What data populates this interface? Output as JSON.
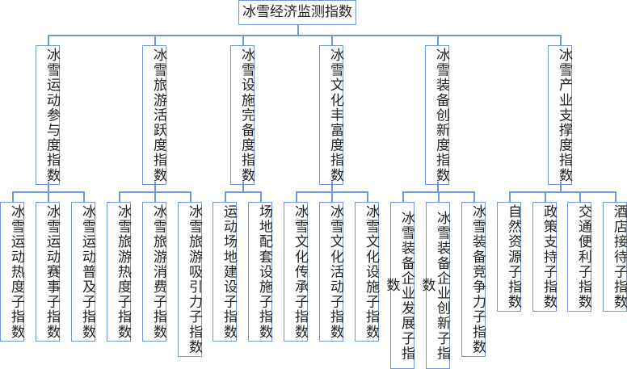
{
  "root": {
    "label": "冰雪经济监测指数"
  },
  "categories": [
    {
      "label": "冰雪运动参与度指数",
      "children": [
        "冰雪运动热度子指数",
        "冰雪运动赛事子指数",
        "冰雪运动普及子指数"
      ]
    },
    {
      "label": "冰雪旅游活跃度指数",
      "children": [
        "冰雪旅游热度子指数",
        "冰雪旅游消费子指数",
        "冰雪旅游吸引力子指数"
      ]
    },
    {
      "label": "冰雪设施完备度指数",
      "children": [
        "运动场地建设子指数",
        "场地配套设施子指数"
      ]
    },
    {
      "label": "冰雪文化丰富度指数",
      "children": [
        "冰雪文化传承子指数",
        "冰雪文化活动子指数",
        "冰雪文化设施子指数"
      ]
    },
    {
      "label": "冰雪装备创新度指数",
      "children": [
        "冰雪装备企业发展子指数",
        "冰雪装备企业创新子指数",
        "冰雪装备竞争力子指数"
      ]
    },
    {
      "label": "冰雪产业支撑度指数",
      "children": [
        "自然资源子指数",
        "政策支持子指数",
        "交通便利子指数",
        "酒店接待子指数"
      ]
    }
  ],
  "colors": {
    "border": "#7396d9",
    "text": "#222222"
  }
}
